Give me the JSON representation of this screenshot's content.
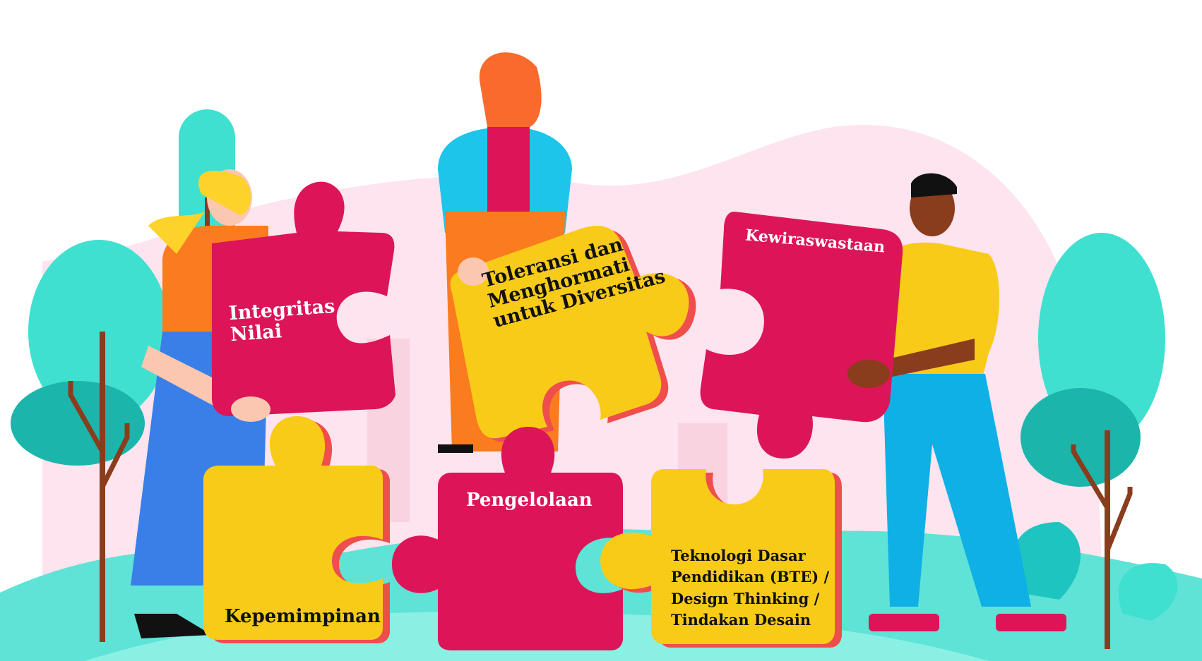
{
  "pieces": {
    "integritas": "Integritas\nNilai",
    "toleransi": "Toleransi dan\nMenghormati\nuntuk Diversitas",
    "kewiraswastaan": "Kewiraswastaan",
    "kepemimpinan": "Kepemimpinan",
    "pengelolaan": "Pengelolaan",
    "teknologi": "Teknologi Dasar\nPendidikan (BTE) /\nDesign Thinking /\nTindakan Desain"
  },
  "colors": {
    "pink_piece": "#dc1558",
    "yellow_piece": "#f8cb18",
    "piece_shadow": "#f04d4d",
    "tree": "#3fe0d0",
    "tree_dark": "#1bb5ac",
    "trunk": "#8a3d1c",
    "backdrop": "#fde4ee",
    "ground": "#5fe3d6",
    "skin_light": "#fbc7b0",
    "skin_dark": "#8a3d1c",
    "blonde_hair": "#fcd22b",
    "red_hair": "#fa6a2c",
    "teal_jacket": "#1ec5ea",
    "orange_shirt": "#fb7b1f",
    "blue_pants": "#3a7fe8",
    "yellow_shirt": "#f8cb18",
    "cyan_jeans": "#0fb0e5"
  },
  "icons": [
    "tree-icon",
    "puzzle-piece-icon",
    "person-icon",
    "monstera-leaf-icon"
  ]
}
